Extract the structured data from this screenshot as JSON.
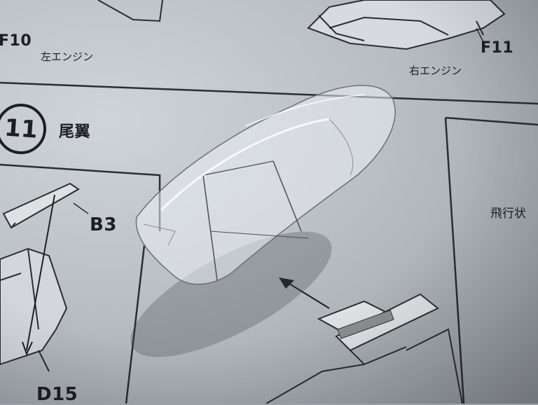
{
  "labels": {
    "f10": "F10",
    "left_engine": "左エンジン",
    "f11": "F11",
    "right_engine": "右エンジン",
    "step_number": "11",
    "step_title": "尾翼",
    "b3": "B3",
    "flight_state": "飛行状",
    "d15": "D15"
  }
}
